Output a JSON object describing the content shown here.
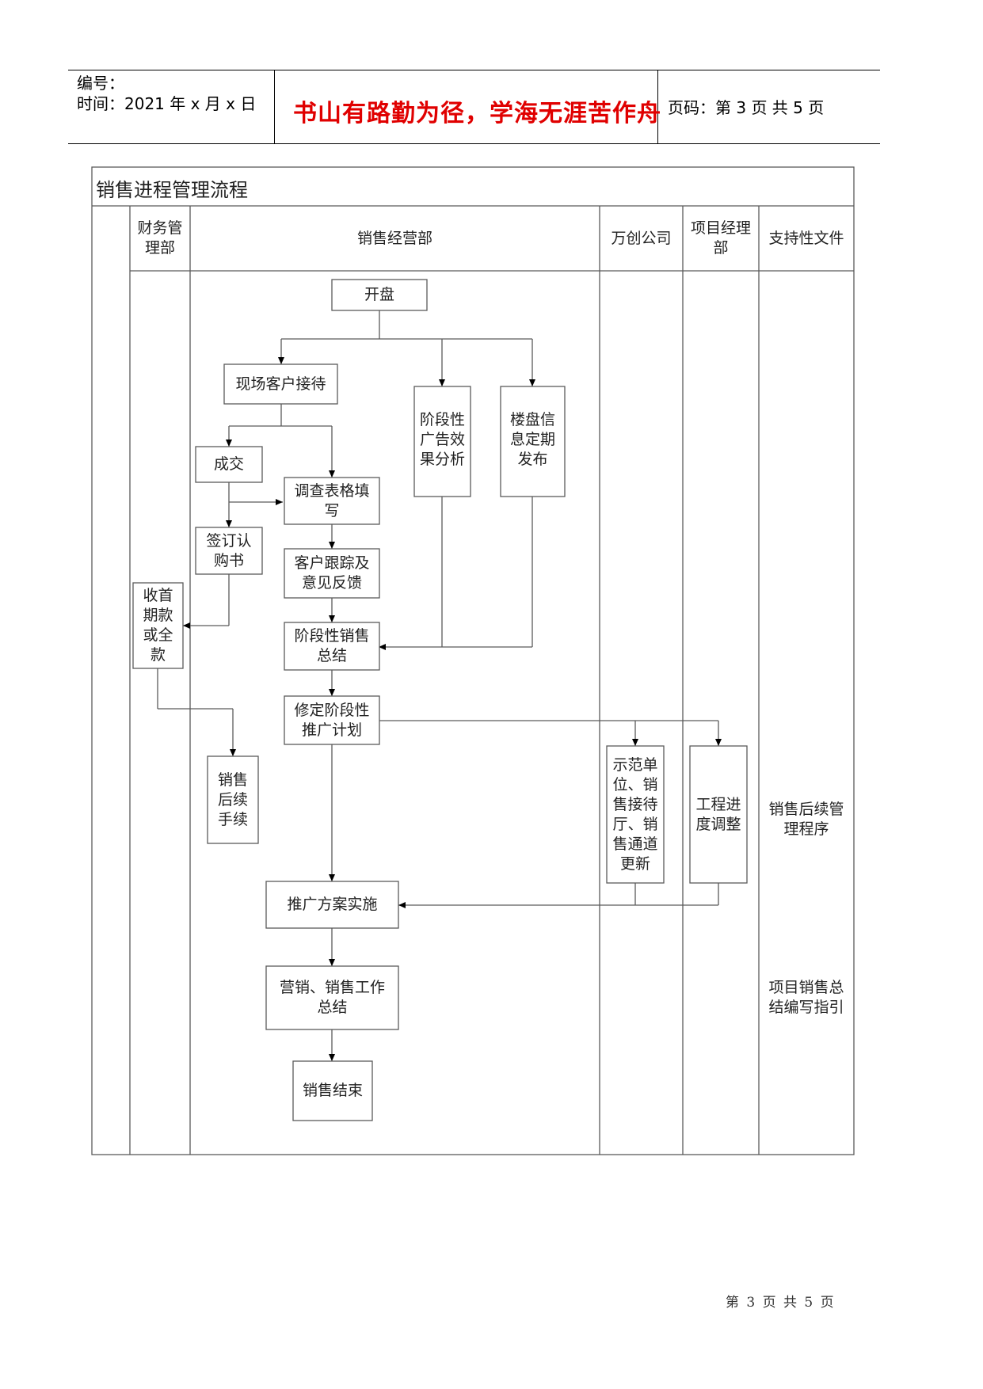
{
  "header": {
    "doc_no_label": "编号：",
    "time_label": "时间：2021 年 x 月 x 日",
    "motto": "书山有路勤为径，学海无涯苦作舟",
    "page_info": "页码：第 3 页  共 5 页"
  },
  "flow": {
    "title": "销售进程管理流程",
    "lanes": {
      "finance": "财务管\n理部",
      "sales": "销售经营部",
      "wanchuang": "万创公司",
      "project": "项目经理\n部",
      "docs": "支持性文件"
    },
    "nodes": {
      "open": "开盘",
      "reception": "现场客户接待",
      "ad_analysis": "阶段性\n广告效\n果分析",
      "info_release": "楼盘信\n息定期\n发布",
      "deal": "成交",
      "survey": "调查表格填\n写",
      "sign": "签订认\n购书",
      "tracking": "客户跟踪及\n意见反馈",
      "payment": "收首\n期款\n或全\n款",
      "stage_summary": "阶段性销售\n总结",
      "revise_plan": "修定阶段性\n推广计划",
      "followup": "销售\n后续\n手续",
      "showroom": "示范单\n位、销\n售接待\n厅、销\n售通道\n更新",
      "progress": "工程进\n度调整",
      "implement": "推广方案实施",
      "work_summary": "营销、销售工作\n总结",
      "end": "销售结束"
    },
    "support_docs": {
      "doc1": "销售后续管\n理程序",
      "doc2": "项目销售总\n结编写指引"
    }
  },
  "footer": {
    "page_info": "第 3 页 共 5 页"
  }
}
